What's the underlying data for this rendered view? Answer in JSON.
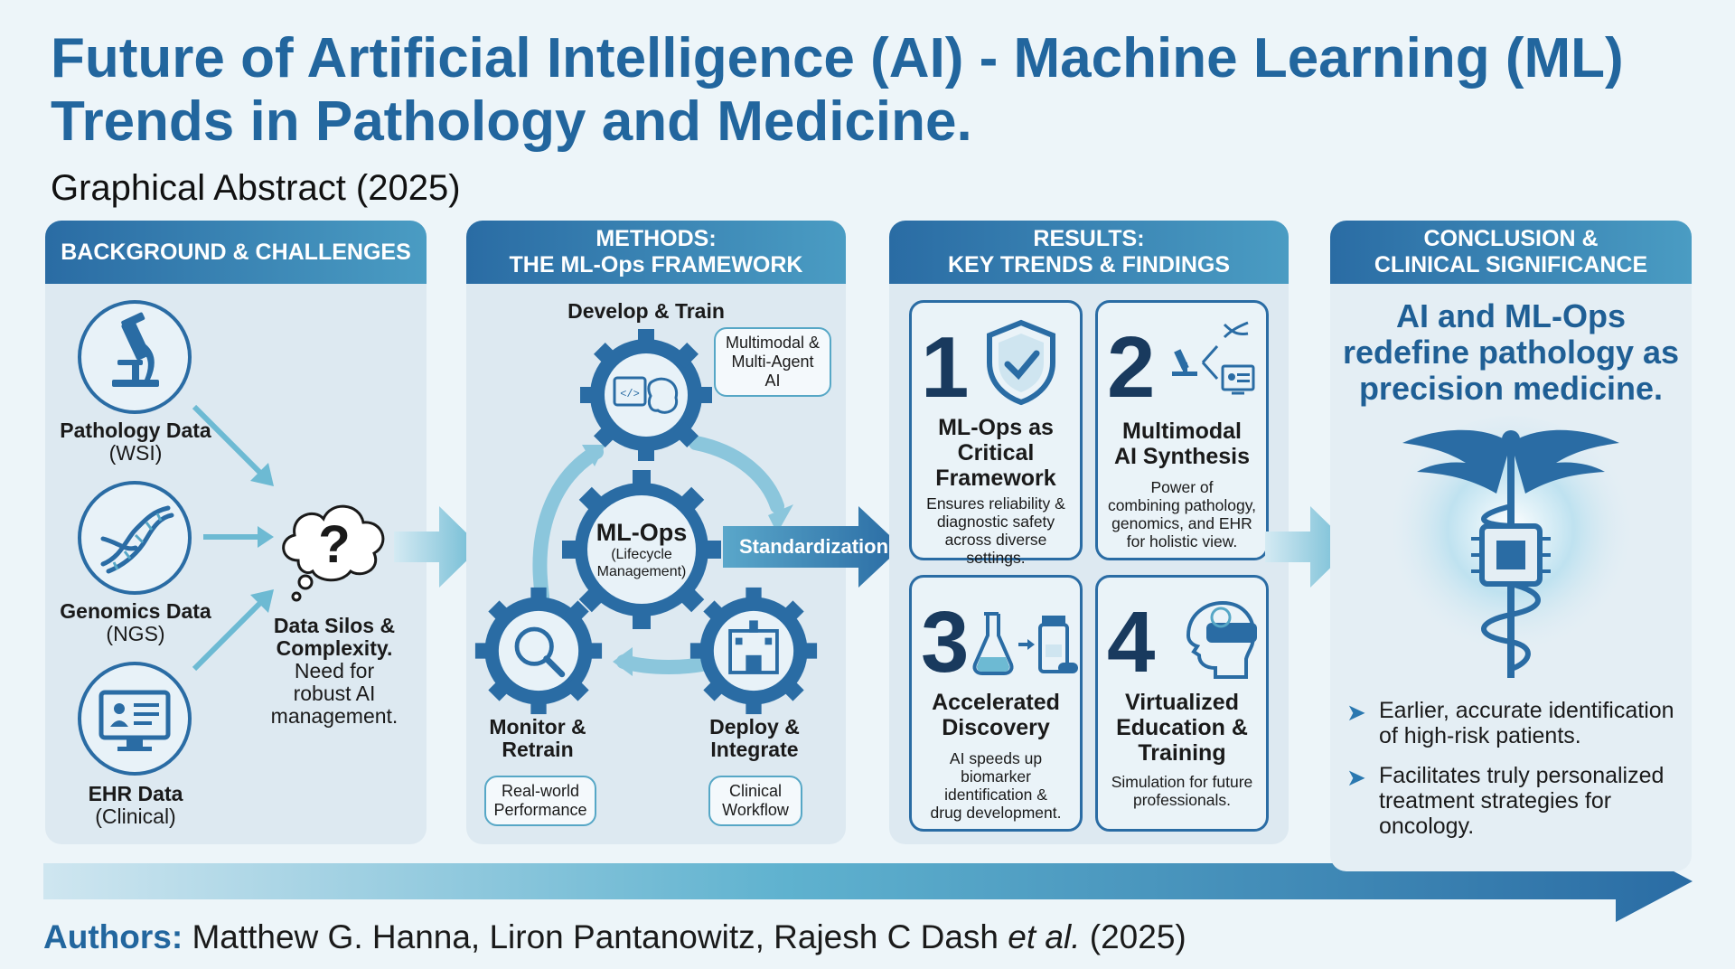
{
  "header": {
    "title_line1": "Future of Artificial Intelligence (AI) - Machine Learning (ML)",
    "title_line2": "Trends in Pathology and Medicine.",
    "subtitle": "Graphical Abstract (2025)"
  },
  "background": {
    "heading": "BACKGROUND & CHALLENGES",
    "items": [
      {
        "title": "Pathology Data",
        "sub": "(WSI)",
        "icon": "microscope-icon"
      },
      {
        "title": "Genomics Data",
        "sub": "(NGS)",
        "icon": "dna-icon"
      },
      {
        "title": "EHR Data",
        "sub": "(Clinical)",
        "icon": "monitor-icon"
      }
    ],
    "silos_title_1": "Data Silos &",
    "silos_title_2": "Complexity.",
    "silos_desc_1": "Need for",
    "silos_desc_2": "robust AI",
    "silos_desc_3": "management."
  },
  "methods": {
    "heading_1": "METHODS:",
    "heading_2": "THE ML-Ops FRAMEWORK",
    "develop_label": "Develop & Train",
    "bubble_multimodal_1": "Multimodal &",
    "bubble_multimodal_2": "Multi-Agent AI",
    "center_title": "ML-Ops",
    "center_sub_1": "(Lifecycle",
    "center_sub_2": "Management)",
    "monitor_label_1": "Monitor &",
    "monitor_label_2": "Retrain",
    "deploy_label_1": "Deploy &",
    "deploy_label_2": "Integrate",
    "bubble_realworld_1": "Real-world",
    "bubble_realworld_2": "Performance",
    "bubble_clinical_1": "Clinical",
    "bubble_clinical_2": "Workflow",
    "arrow_label": "Standardization"
  },
  "results": {
    "heading_1": "RESULTS:",
    "heading_2": "KEY TRENDS & FINDINGS",
    "cards": [
      {
        "num": "1",
        "t1": "ML-Ops as",
        "t2": "Critical",
        "t3": "Framework",
        "d1": "Ensures reliability &",
        "d2": "diagnostic safety",
        "d3": "across diverse settings.",
        "icon": "shield-check-icon"
      },
      {
        "num": "2",
        "t1": "Multimodal",
        "t2": "AI Synthesis",
        "d1": "Power of",
        "d2": "combining pathology,",
        "d3": "genomics, and EHR",
        "d4": "for holistic view.",
        "icon": "multimodal-icon"
      },
      {
        "num": "3",
        "t1": "Accelerated",
        "t2": "Discovery",
        "d1": "AI speeds up",
        "d2": "biomarker",
        "d3": "identification &",
        "d4": "drug development.",
        "icon": "flask-pill-icon"
      },
      {
        "num": "4",
        "t1": "Virtualized",
        "t2": "Education &",
        "t3": "Training",
        "d1": "Simulation for future",
        "d2": "professionals.",
        "icon": "vr-headset-icon"
      }
    ]
  },
  "conclusion": {
    "heading_1": "CONCLUSION &",
    "heading_2": "CLINICAL SIGNIFICANCE",
    "statement_1": "AI and ML-Ops",
    "statement_2": "redefine pathology as",
    "statement_3": "precision medicine.",
    "bullets": [
      {
        "l1": "Earlier, accurate identification",
        "l2": "of high-risk patients."
      },
      {
        "l1": "Facilitates truly personalized",
        "l2": "treatment strategies for",
        "l3": "oncology."
      }
    ]
  },
  "footer": {
    "authors_label": "Authors:",
    "authors_names": "Matthew G. Hanna, Liron Pantanowitz, Rajesh C Dash",
    "authors_etal": "et al.",
    "authors_year": "(2025)"
  },
  "colors": {
    "primary": "#2a6ca4",
    "accent": "#56a7c6",
    "dark": "#193a5e",
    "panel": "#dde9f1"
  }
}
